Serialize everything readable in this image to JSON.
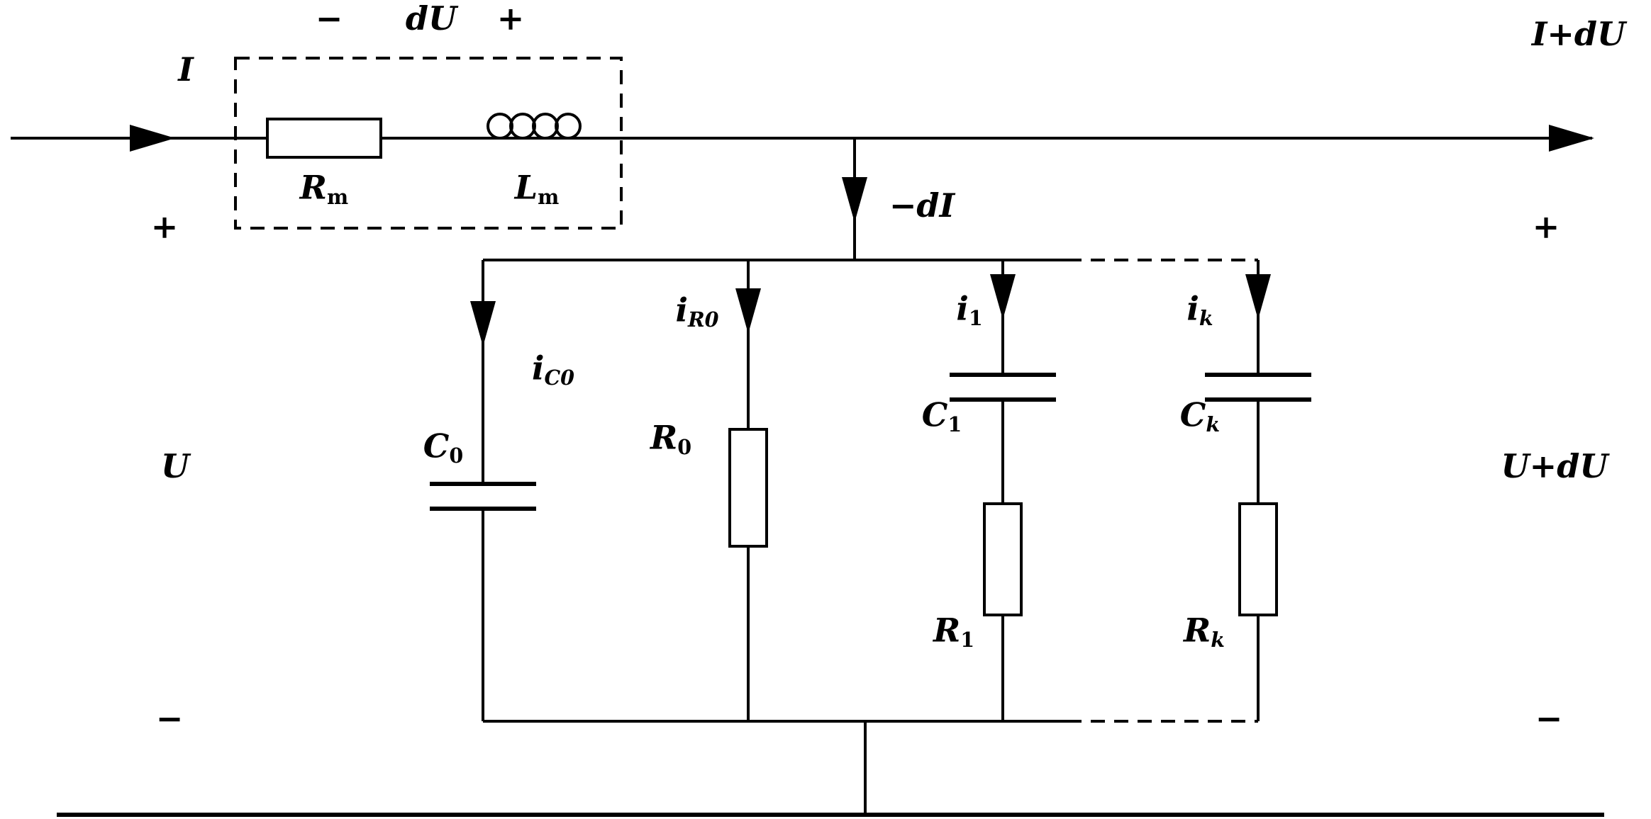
{
  "labels": {
    "current_in": "I",
    "series_minus": "−",
    "series_voltage": "dU",
    "series_plus": "+",
    "current_out": "I+dU",
    "plus_left": "+",
    "plus_right": "+",
    "voltage_left": "U",
    "voltage_right": "U+dU",
    "minus_left": "−",
    "minus_right": "−",
    "shunt_current": "−dI"
  },
  "components": {
    "rm": {
      "symbol": "R",
      "sub": "m"
    },
    "lm": {
      "symbol": "L",
      "sub": "m"
    },
    "c0": {
      "symbol": "C",
      "sub": "0"
    },
    "r0": {
      "symbol": "R",
      "sub": "0"
    },
    "c1": {
      "symbol": "C",
      "sub": "1"
    },
    "r1": {
      "symbol": "R",
      "sub": "1"
    },
    "ck": {
      "symbol": "C",
      "sub": "k"
    },
    "rk": {
      "symbol": "R",
      "sub": "k"
    }
  },
  "branch_currents": {
    "ic0": {
      "symbol": "i",
      "sub": "C0"
    },
    "ir0": {
      "symbol": "i",
      "sub": "R0"
    },
    "i1": {
      "symbol": "i",
      "sub": "1"
    },
    "ik": {
      "symbol": "i",
      "sub": "k"
    }
  }
}
